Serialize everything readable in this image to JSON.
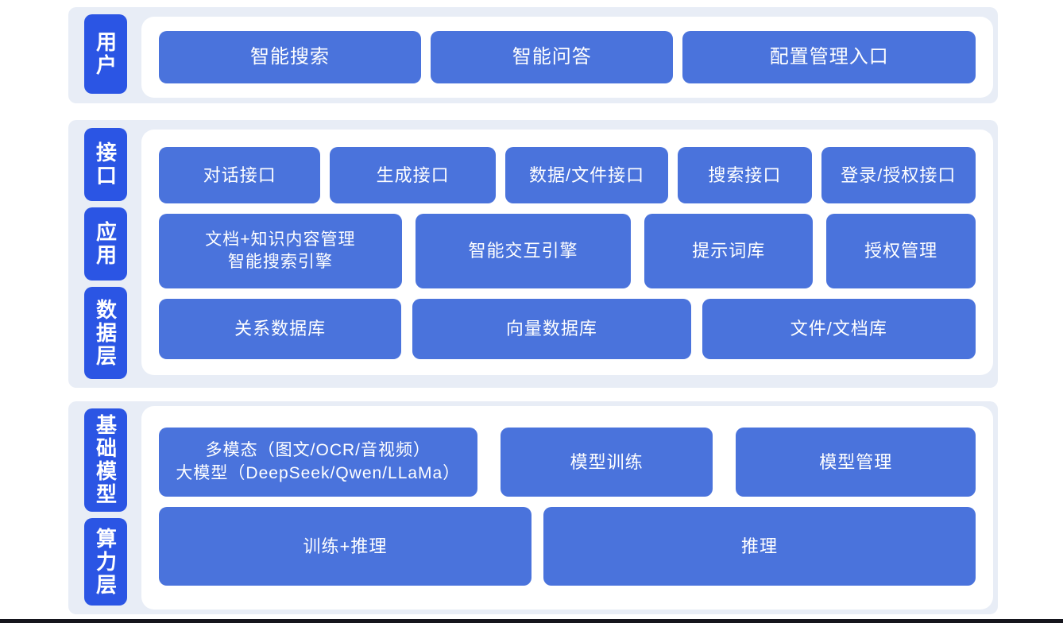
{
  "colors": {
    "page_bg": "#ffffff",
    "section_bg": "#e8edf6",
    "layer_label_bg": "#2b55e4",
    "button_bg": "#4a73dc",
    "button_text": "#ffffff",
    "bottom_bar": "#15151d"
  },
  "sections": [
    {
      "name": "user-layer",
      "labels": [
        {
          "text": "用户"
        }
      ],
      "rows": [
        {
          "buttons": [
            {
              "text": "智能搜索"
            },
            {
              "text": "智能问答"
            },
            {
              "text": "配置管理入口"
            }
          ]
        }
      ]
    },
    {
      "name": "interface-application-data-layers",
      "labels": [
        {
          "text": "接口"
        },
        {
          "text": "应用"
        },
        {
          "text": "数据层"
        }
      ],
      "rows": [
        {
          "buttons": [
            {
              "text": "对话接口"
            },
            {
              "text": "生成接口"
            },
            {
              "text": "数据/文件接口"
            },
            {
              "text": "搜索接口"
            },
            {
              "text": "登录/授权接口"
            }
          ]
        },
        {
          "buttons": [
            {
              "text": "文档+知识内容管理\n智能搜索引擎"
            },
            {
              "text": "智能交互引擎"
            },
            {
              "text": "提示词库"
            },
            {
              "text": "授权管理"
            }
          ]
        },
        {
          "buttons": [
            {
              "text": "关系数据库"
            },
            {
              "text": "向量数据库"
            },
            {
              "text": "文件/文档库"
            }
          ]
        }
      ]
    },
    {
      "name": "foundation-model-compute-layers",
      "labels": [
        {
          "text": "基础模型"
        },
        {
          "text": "算力层"
        }
      ],
      "rows": [
        {
          "buttons": [
            {
              "text": "多模态（图文/OCR/音视频）\n大模型（DeepSeek/Qwen/LLaMa）"
            },
            {
              "text": "模型训练"
            },
            {
              "text": "模型管理"
            }
          ]
        },
        {
          "buttons": [
            {
              "text": "训练+推理"
            },
            {
              "text": "推理"
            }
          ]
        }
      ]
    }
  ]
}
